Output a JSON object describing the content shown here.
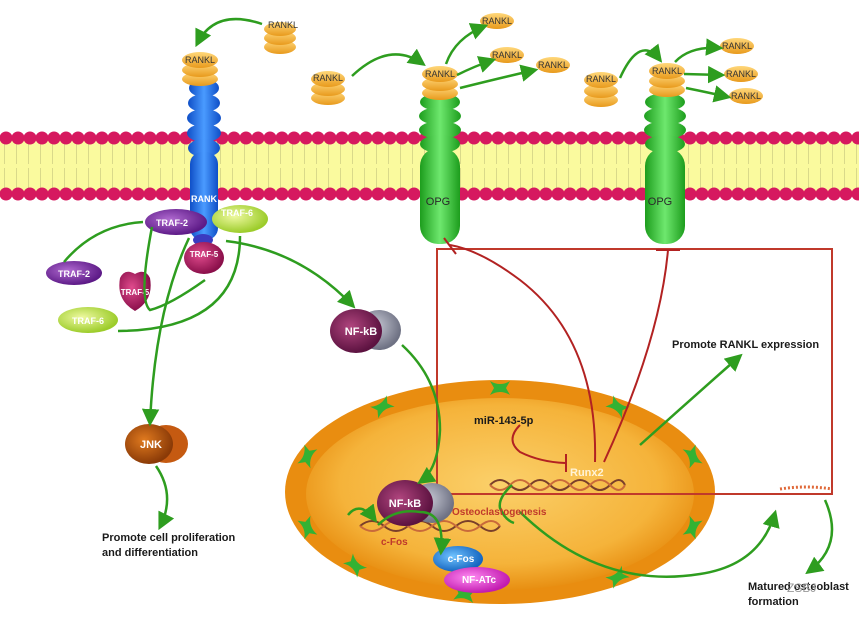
{
  "labels": {
    "rankl": "RANKL",
    "rank": "RANK",
    "opg": "OPG",
    "traf2": "TRAF-2",
    "traf5": "TRAF-5",
    "traf6": "TRAF-6",
    "nfkb": "NF-kB",
    "jnk": "JNK",
    "mir": "miR-143-5p",
    "runx2": "Runx2",
    "promote_rankl": "Promote RANKL expression",
    "promote_cell_line1": "Promote cell proliferation",
    "promote_cell_line2": "and differentiation",
    "osteoclastogenesis": "Osteoclastogenesis",
    "cfos_dna": "c-Fos",
    "cfos_protein": "c-Fos",
    "nfatc": "NF-ATc",
    "mature_line1": "Matured osteoblast",
    "mature_line2": "formation",
    "watermark": "ZSBJ"
  },
  "colors": {
    "membrane_head": "#d6195f",
    "membrane_tail": "#fafa9e",
    "green_arrow": "#2e9d1f",
    "inhibit_line": "#b22222",
    "box_border": "#c0392b",
    "nucleus": "#f5a623",
    "rank_blue": "#1e6be0",
    "opg_green": "#2dbe2d",
    "rankl_orange": "#f6b63c"
  }
}
